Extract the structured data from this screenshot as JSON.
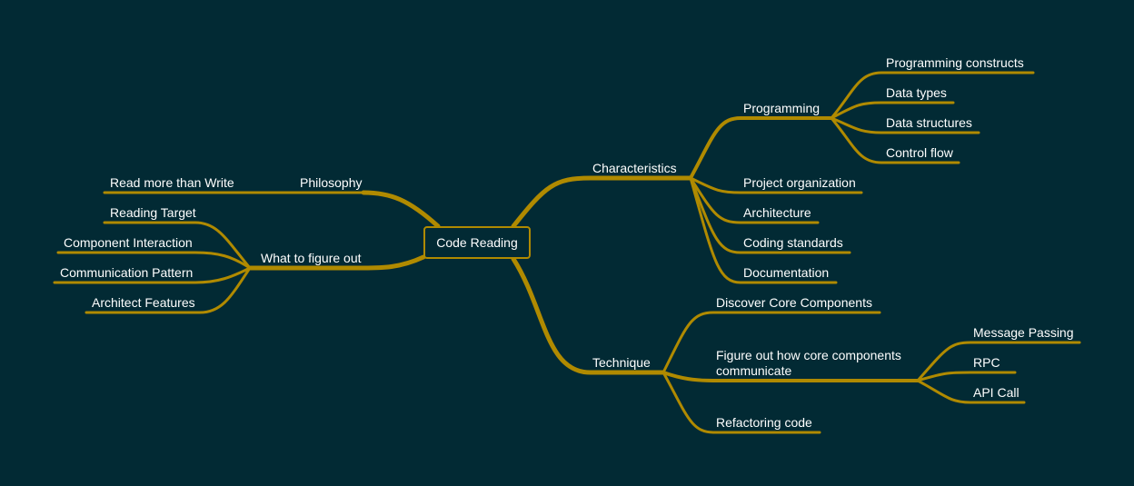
{
  "mindmap": {
    "root": "Code Reading",
    "colors": {
      "background": "#022a34",
      "branch": "#b08a00",
      "text": "#ffffff"
    },
    "left": {
      "philosophy": {
        "label": "Philosophy",
        "children": [
          "Read more than Write"
        ]
      },
      "figure_out": {
        "label": "What to figure out",
        "children": [
          "Reading Target",
          "Component Interaction",
          "Communication Pattern",
          "Architect Features"
        ]
      }
    },
    "right": {
      "characteristics": {
        "label": "Characteristics",
        "programming": {
          "label": "Programming",
          "children": [
            "Programming constructs",
            "Data types",
            "Data structures",
            "Control flow"
          ]
        },
        "children": [
          "Project organization",
          "Architecture",
          "Coding standards",
          "Documentation"
        ]
      },
      "technique": {
        "label": "Technique",
        "discover": "Discover Core Components",
        "communicate": {
          "label": "Figure out how core components communicate",
          "children": [
            "Message Passing",
            "RPC",
            "API Call"
          ]
        },
        "refactor": "Refactoring code"
      }
    }
  }
}
